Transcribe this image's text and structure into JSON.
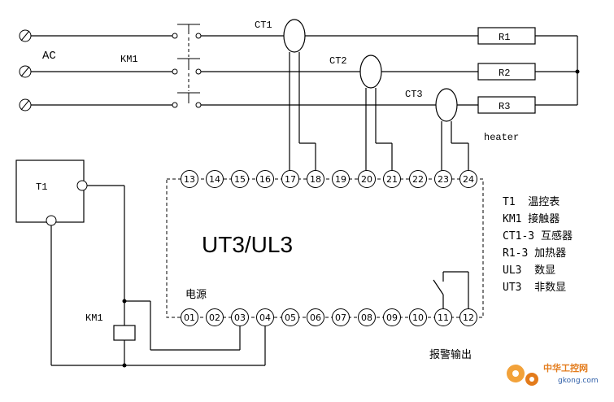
{
  "labels": {
    "ac": "AC",
    "km1_top": "KM1",
    "ct1": "CT1",
    "ct2": "CT2",
    "ct3": "CT3",
    "r1": "R1",
    "r2": "R2",
    "r3": "R3",
    "heater": "heater",
    "t1": "T1",
    "km1_coil": "KM1",
    "controller": "UT3/UL3",
    "power": "电源",
    "alarm_output": "报警输出"
  },
  "terminals_top": [
    "13",
    "14",
    "15",
    "16",
    "17",
    "18",
    "19",
    "20",
    "21",
    "22",
    "23",
    "24"
  ],
  "terminals_bottom": [
    "01",
    "02",
    "03",
    "04",
    "05",
    "06",
    "07",
    "08",
    "09",
    "10",
    "11",
    "12"
  ],
  "legend": [
    "T1  温控表",
    "KM1 接触器",
    "CT1-3 互感器",
    "R1-3 加热器",
    "UL3  数显",
    "UT3  非数显"
  ],
  "watermark": {
    "name": "中华工控网",
    "url": "gkong.com"
  },
  "colors": {
    "line": "#000000",
    "watermark_orange": "#e37b1b",
    "watermark_blue": "#2f5fa8"
  }
}
